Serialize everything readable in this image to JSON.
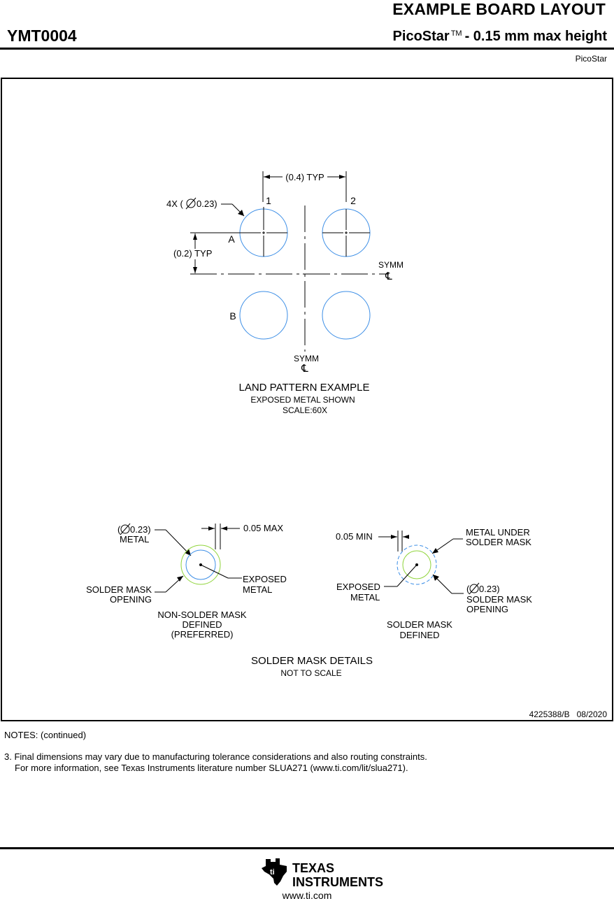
{
  "header": {
    "title": "EXAMPLE BOARD LAYOUT",
    "part_number": "YMT0004",
    "package_name": "PicoStar",
    "trademark": "TM",
    "package_suffix": "- 0.15 mm max height",
    "package_tag": "PicoStar"
  },
  "land_pattern": {
    "pitch_label": "(0.4) TYP",
    "row_offset_label": "(0.2) TYP",
    "pad_callout": "4X (",
    "pad_callout_value": "0.23)",
    "col_1": "1",
    "col_2": "2",
    "row_a": "A",
    "row_b": "B",
    "symm_h": "SYMM",
    "symm_v": "SYMM",
    "centerline_symbol": "℄",
    "title": "LAND PATTERN EXAMPLE",
    "subtitle": "EXPOSED METAL SHOWN",
    "scale": "SCALE:60X"
  },
  "solder_mask_details": {
    "nsmd": {
      "metal_callout_1": "(",
      "metal_callout_value": "0.23)",
      "metal_callout_2": "METAL",
      "clearance": "0.05 MAX",
      "opening_1": "SOLDER MASK",
      "opening_2": "OPENING",
      "exposed_1": "EXPOSED",
      "exposed_2": "METAL",
      "caption_1": "NON-SOLDER MASK",
      "caption_2": "DEFINED",
      "caption_3": "(PREFERRED)"
    },
    "smd": {
      "clearance": "0.05 MIN",
      "metal_under_1": "METAL UNDER",
      "metal_under_2": "SOLDER MASK",
      "exposed_1": "EXPOSED",
      "exposed_2": "METAL",
      "opening_callout_1": "(",
      "opening_callout_value": "0.23)",
      "opening_callout_2": "SOLDER MASK",
      "opening_callout_3": "OPENING",
      "caption_1": "SOLDER MASK",
      "caption_2": "DEFINED"
    },
    "title": "SOLDER MASK DETAILS",
    "subtitle": "NOT TO SCALE"
  },
  "drawing_id": "4225388/B   08/2020",
  "notes": {
    "heading": "NOTES: (continued)",
    "note_3_line_1": "3. Final dimensions may vary due to manufacturing tolerance considerations and also routing constraints.",
    "note_3_line_2": "For more information, see Texas Instruments literature number SLUA271 (www.ti.com/lit/slua271)."
  },
  "footer": {
    "logo_line_1": "TEXAS",
    "logo_line_2": "INSTRUMENTS",
    "url": "www.ti.com"
  },
  "colors": {
    "pad_blue": "#3c8ee6",
    "mask_green": "#8fd43a",
    "ink": "#000000"
  }
}
